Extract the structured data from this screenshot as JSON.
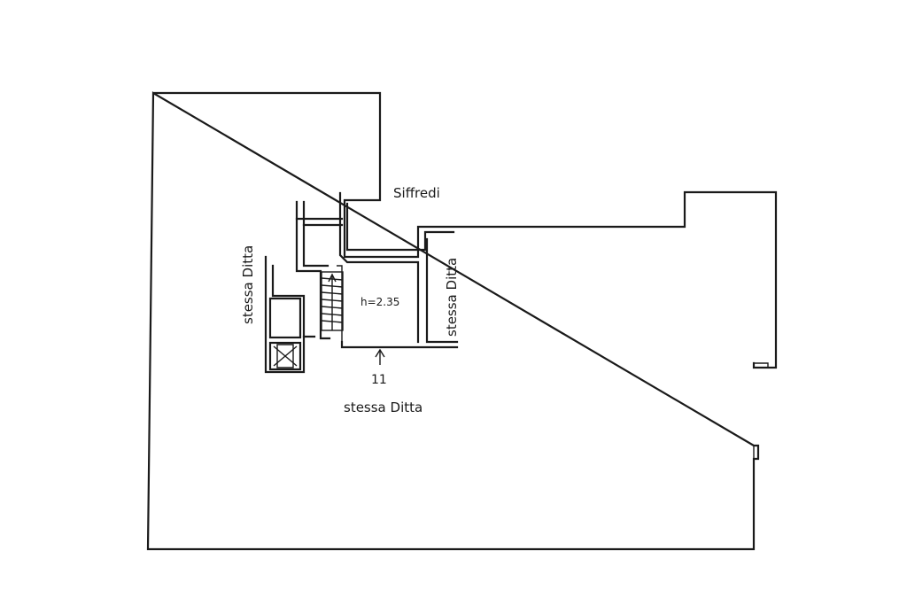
{
  "plan": {
    "labels": {
      "neighbor_top": "Siffredi",
      "neighbor_left": "stessa Ditta",
      "neighbor_right": "stessa Ditta",
      "neighbor_bottom": "stessa Ditta",
      "room_height": "h=2.35",
      "entrance_number": "11"
    }
  }
}
